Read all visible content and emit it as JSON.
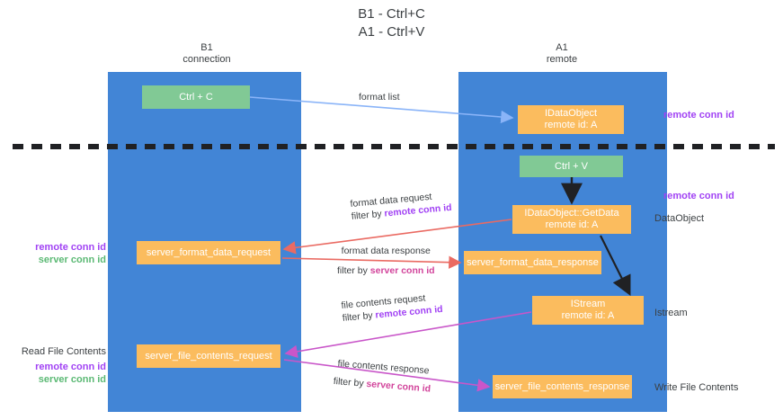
{
  "title": "B1 - Ctrl+C\nA1 - Ctrl+V",
  "columns": {
    "left": "B1\nconnection",
    "right": "A1\nremote"
  },
  "nodes": {
    "ctrl_c": "Ctrl + C",
    "idataobject": "IDataObject\nremote id: A",
    "ctrl_v": "Ctrl + V",
    "getdata": "IDataObject::GetData\nremote id: A",
    "server_format_data_request": "server_format_data_request",
    "server_format_data_response": "server_format_data_response",
    "istream": "IStream\nremote id: A",
    "server_file_contents_request": "server_file_contents_request",
    "server_file_contents_response": "server_file_contents_response"
  },
  "edges": {
    "format_list": "format list",
    "format_data_request": "format data request",
    "format_data_request_filter_prefix": "filter by ",
    "format_data_request_filter_key": "remote conn id",
    "format_data_response": "format data response",
    "format_data_response_filter_prefix": "filter by ",
    "format_data_response_filter_key": "server conn id",
    "file_contents_request": "file contents request",
    "file_contents_request_filter_prefix": "filter by ",
    "file_contents_request_filter_key": "remote conn id",
    "file_contents_response": "file contents response",
    "file_contents_response_filter_prefix": "filter by ",
    "file_contents_response_filter_key": "server conn id"
  },
  "annotations": {
    "remote_conn_id_top": "remote conn id",
    "remote_conn_id_mid": "remote conn id",
    "dataobject": "DataObject",
    "istream": "Istream",
    "write_file_contents": "Write File Contents",
    "read_file_contents": "Read File Contents",
    "left_keys_upper": "remote conn id\nserver conn id",
    "left_remote_key": "remote conn id",
    "left_server_key": "server conn id"
  },
  "colors": {
    "lane": "#4285d6",
    "green_node": "#81c995",
    "orange_node": "#fbbc5e",
    "purple": "#a142f4",
    "green_text": "#5bb974",
    "pink": "#d2449b",
    "blue_arrow": "#8ab4f8",
    "red_arrow": "#ea6a62",
    "magenta_arrow": "#c956c9",
    "black": "#202124"
  }
}
